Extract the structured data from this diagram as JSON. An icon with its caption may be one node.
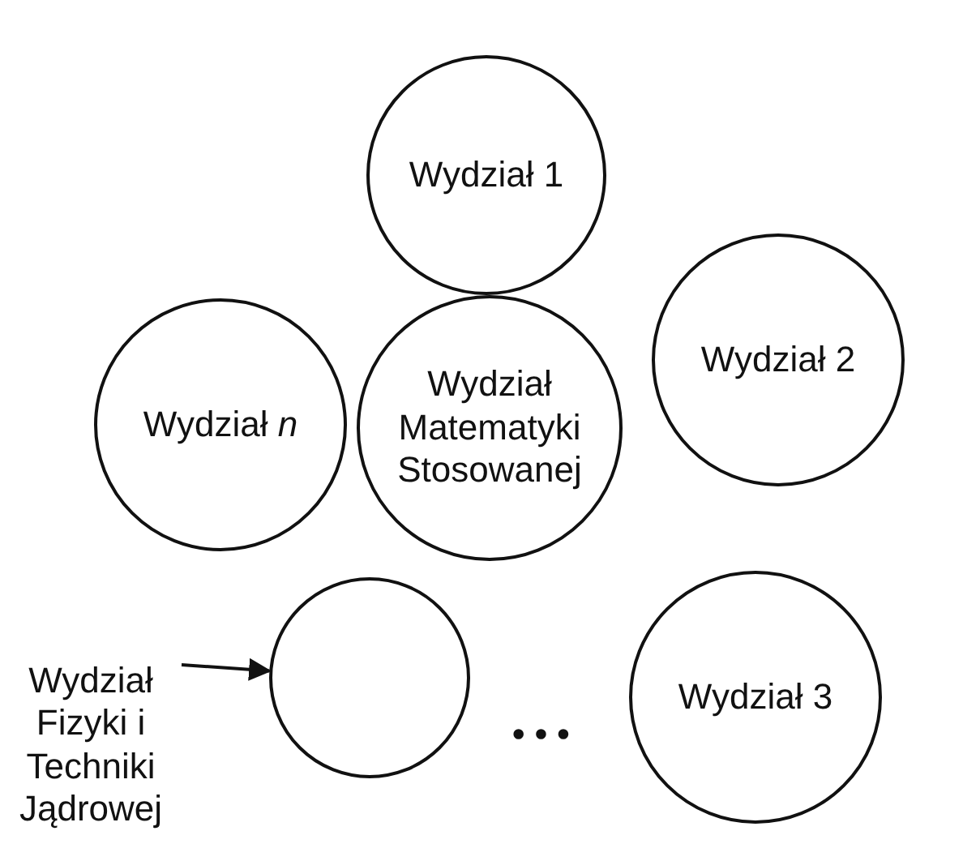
{
  "diagram": {
    "nodes": [
      {
        "text": [
          "Wydział 1"
        ]
      },
      {
        "text": [
          "Wydział *n*"
        ]
      },
      {
        "text": [
          "Wydział Matematyki Stosowanej"
        ]
      },
      {
        "text": [
          "Wydział 2"
        ]
      },
      {
        "text": [],
        "shape": "circle"
      },
      {
        "text": [
          "Wydział Fizyki i Techniki Jądrowej"
        ]
      },
      {
        "text": [
          "Wydział 3"
        ]
      }
    ],
    "edges": [
      {
        "from": 5,
        "to": 4,
        "arrow": "to"
      }
    ],
    "labels": [
      "• • •"
    ]
  }
}
